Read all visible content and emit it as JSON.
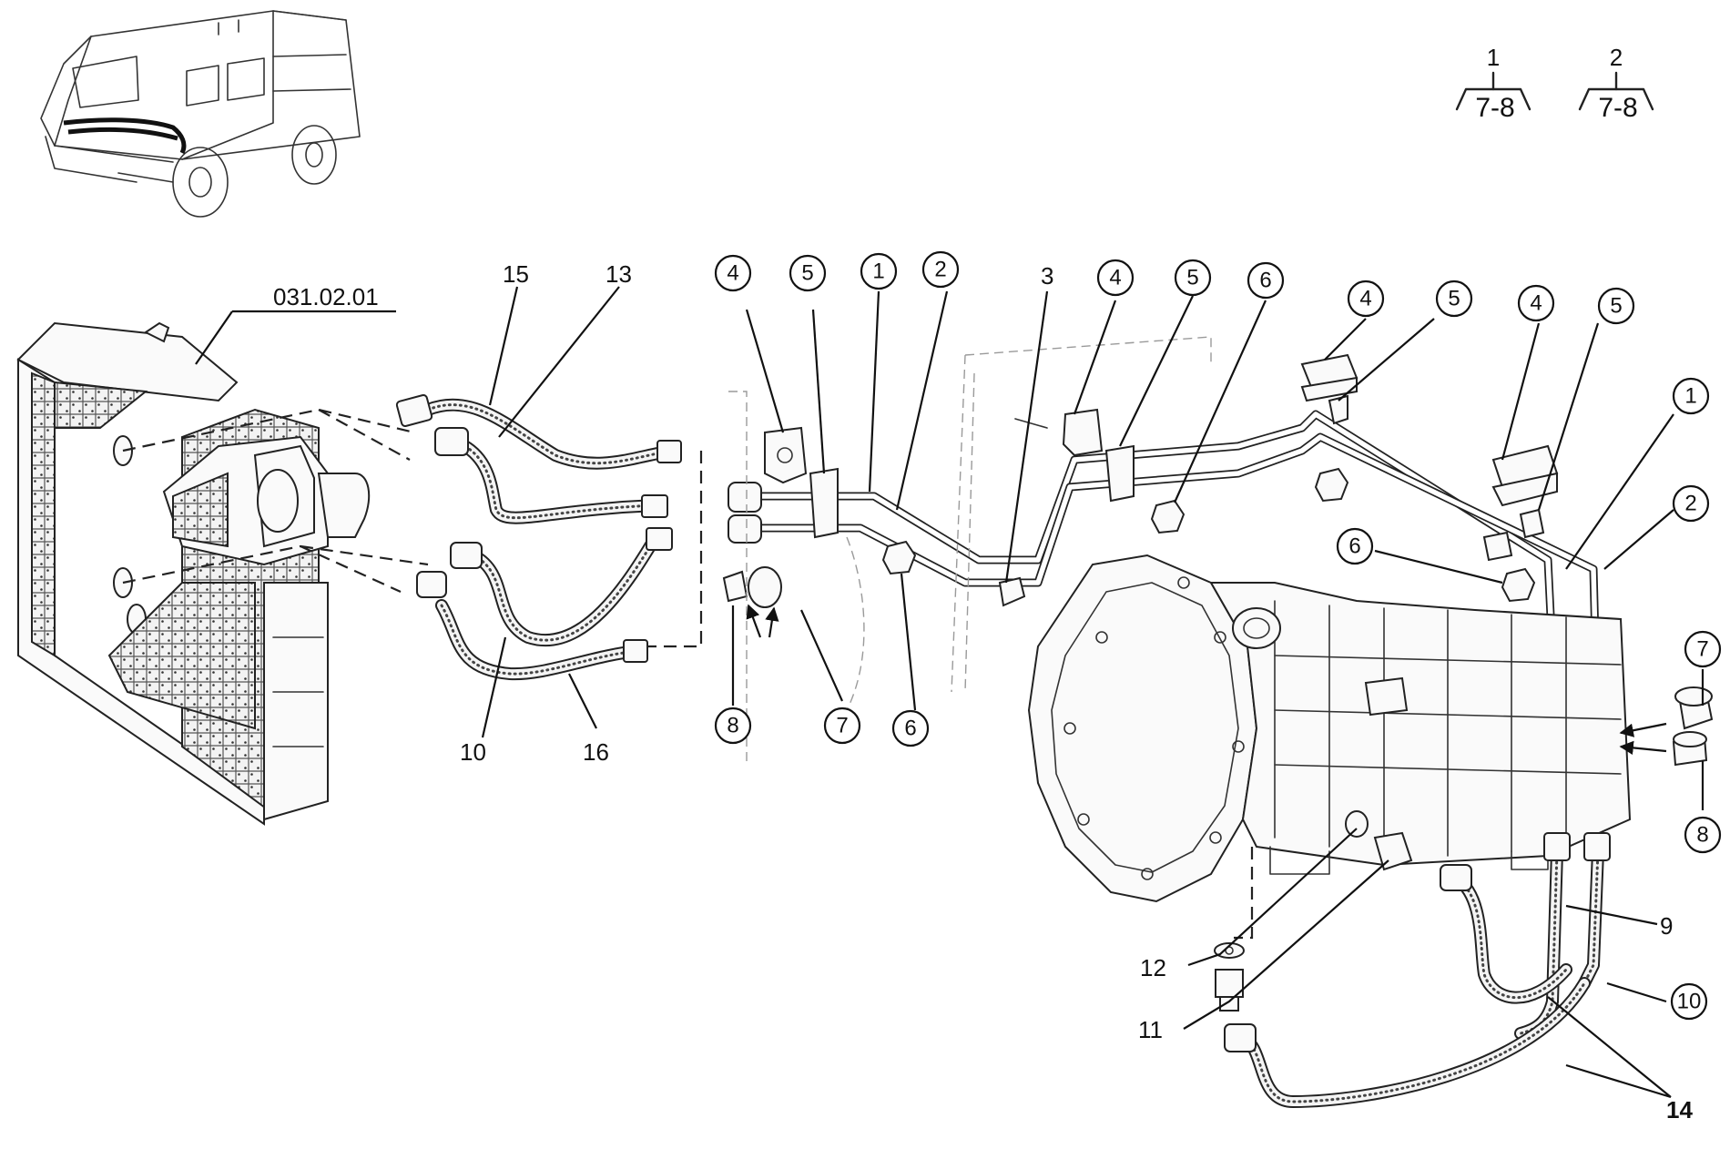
{
  "reference_label": "031.02.01",
  "legend": [
    {
      "number": "1",
      "range": "7-8"
    },
    {
      "number": "2",
      "range": "7-8"
    }
  ],
  "callouts": {
    "c15": "15",
    "c13": "13",
    "c10": "10",
    "c16": "16",
    "c4a": "4",
    "c5a": "5",
    "c1a": "1",
    "c2a": "2",
    "c3": "3",
    "c4b": "4",
    "c5b": "5",
    "c6a": "6",
    "c8a": "8",
    "c7a": "7",
    "c6b": "6",
    "c4c": "4",
    "c5c": "5",
    "c4d": "4",
    "c5d": "5",
    "c1b": "1",
    "c2b": "2",
    "c6c": "6",
    "c7b": "7",
    "c8b": "8",
    "c9": "9",
    "c10b": "10",
    "c12": "12",
    "c11": "11",
    "c14": "14"
  }
}
